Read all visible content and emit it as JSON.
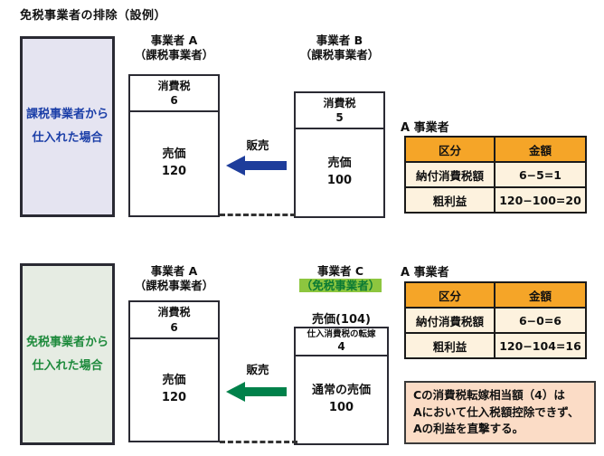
{
  "page_title": "免税事業者の排除（設例）",
  "sale_label": "販売",
  "top_scenario": {
    "case_line1": "課税事業者から",
    "case_line2": "仕入れた場合",
    "dealer_a": {
      "title": "事業者 A",
      "subtitle": "（課税事業者）",
      "tax_label": "消費税",
      "tax_value": "6",
      "price_label": "売価",
      "price_value": "120"
    },
    "dealer_b": {
      "title": "事業者 B",
      "subtitle": "（課税事業者）",
      "tax_label": "消費税",
      "tax_value": "5",
      "price_label": "売価",
      "price_value": "100"
    },
    "table": {
      "caption": "A 事業者",
      "headers": [
        "区分",
        "金額"
      ],
      "rows": [
        [
          "納付消費税額",
          "6−5=1"
        ],
        [
          "粗利益",
          "120−100=20"
        ]
      ]
    }
  },
  "bottom_scenario": {
    "case_line1": "免税事業者から",
    "case_line2": "仕入れた場合",
    "dealer_a": {
      "title": "事業者 A",
      "subtitle": "（課税事業者）",
      "tax_label": "消費税",
      "tax_value": "6",
      "price_label": "売価",
      "price_value": "120"
    },
    "dealer_c": {
      "title": "事業者 C",
      "subtitle": "（免税事業者）",
      "price_over_label": "売価(104)",
      "pass_on_label": "仕入消費税の転嫁",
      "pass_on_value": "4",
      "price_label": "通常の売価",
      "price_value": "100"
    },
    "table": {
      "caption": "A 事業者",
      "headers": [
        "区分",
        "金額"
      ],
      "rows": [
        [
          "納付消費税額",
          "6−0=6"
        ],
        [
          "粗利益",
          "120−104=16"
        ]
      ]
    },
    "note_lines": [
      "Cの消費税転嫁相当額（4）は",
      "Aにおいて仕入税額控除できず、",
      "Aの利益を直撃する。"
    ]
  },
  "colors": {
    "taxable_case_bg": "#e5e4f1",
    "taxable_case_text": "#1c3fa8",
    "exempt_case_bg": "#e6ece3",
    "exempt_case_text": "#1e8a3c",
    "exempt_highlight_bg": "#8dc63f",
    "exempt_highlight_text": "#0b7a33",
    "blue_arrow": "#1e3d9b",
    "green_arrow": "#00814a",
    "table_header_bg": "#f5a528",
    "table_cell_bg": "#fdf2de",
    "note_bg": "#fbdcc6",
    "box_border": "#2a2a33"
  }
}
